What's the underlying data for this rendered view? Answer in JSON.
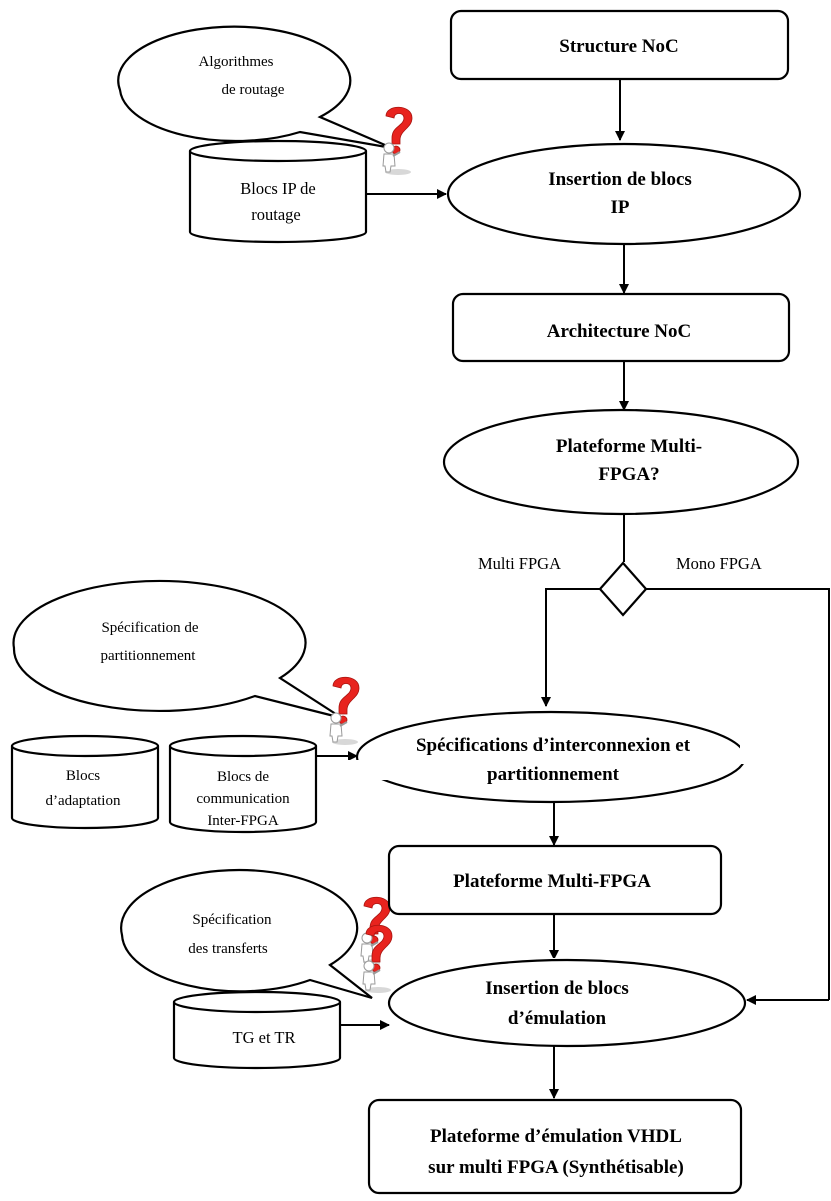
{
  "nodes": {
    "structure_noc": "Structure NoC",
    "insertion_ip_1": "Insertion de blocs",
    "insertion_ip_2": "IP",
    "architecture_noc": "Architecture NoC",
    "plateforme_q_1": "Plateforme Multi-",
    "plateforme_q_2": "FPGA?",
    "spec_interconnexion_1": "Spécifications d’interconnexion et",
    "spec_interconnexion_2": "partitionnement",
    "plateforme_multi_fpga": "Plateforme Multi-FPGA",
    "insertion_emulation_1": "Insertion de blocs",
    "insertion_emulation_2": "d’émulation",
    "final_1": "Plateforme d’émulation VHDL",
    "final_2": "sur multi FPGA (Synthétisable)"
  },
  "databases": {
    "blocs_ip_1": "Blocs IP de",
    "blocs_ip_2": "routage",
    "adaptation_1": "Blocs",
    "adaptation_2": "d’adaptation",
    "communication_1": "Blocs de",
    "communication_2": "communication",
    "communication_3": "Inter-FPGA",
    "tg_tr": "TG et TR"
  },
  "callouts": {
    "algorithmes_1": "Algorithmes",
    "algorithmes_2": "de routage",
    "partition_1": "Spécification de",
    "partition_2": "partitionnement",
    "transferts_1": "Spécification",
    "transferts_2": "des transferts"
  },
  "branches": {
    "multi": "Multi FPGA",
    "mono": "Mono FPGA"
  },
  "icons": [
    "question-person-icon",
    "question-person-icon",
    "question-person-icon"
  ],
  "colors": {
    "question_mark": "#e8231e"
  }
}
